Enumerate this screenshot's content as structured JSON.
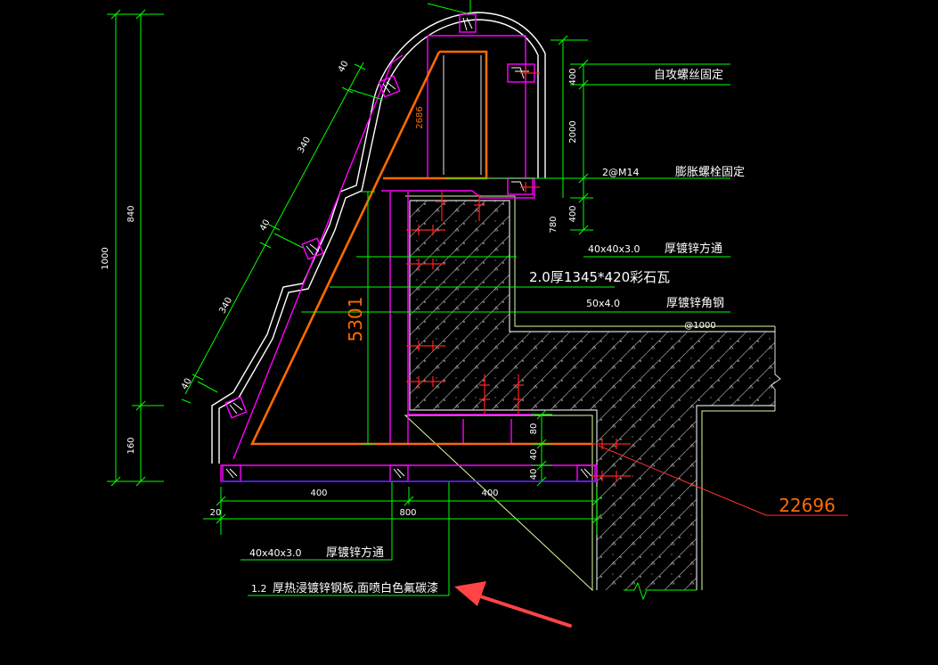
{
  "colors": {
    "background": "#000000",
    "outline": "#ffffff",
    "dimension": "#00ff00",
    "frame": "#ff00ff",
    "steel": "#ff6a00",
    "anchor": "#ff2020",
    "hatch": "#9a9a9a",
    "leader": "#ff3030",
    "blue": "#3030ff",
    "arrow": "#ff4444"
  },
  "dims": {
    "left_total": "1000",
    "left_upper": "840",
    "left_lower": "160",
    "slope_top": "40",
    "slope_seg1": "340",
    "slope_mid": "40",
    "slope_seg2": "340",
    "slope_bottom": "40",
    "inner_2686": "2686",
    "right_400_top": "400",
    "right_2000": "2000",
    "right_400_mid": "400",
    "right_780": "780",
    "inner_5301": "5301",
    "right_80": "80",
    "right_40a": "40",
    "right_40b": "40",
    "bottom_400_left": "400",
    "bottom_400_right": "400",
    "bottom_20": "20",
    "bottom_800": "800",
    "spacing_1000": "@1000",
    "ref_22696": "22696"
  },
  "labels": {
    "self_tapping_screw": "自攻螺丝固定",
    "expansion_bolt_code": "2@M14",
    "expansion_bolt": "膨胀螺栓固定",
    "tube_spec_top": "40x40x3.0",
    "tube_name_top": "厚镀锌方通",
    "tile": "2.0厚1345*420彩石瓦",
    "angle_spec": "50x4.0",
    "angle_name": "厚镀锌角钢",
    "tube_spec_bottom": "40x40x3.0",
    "tube_name_bottom": "厚镀锌方通",
    "plate_thickness": "1.2",
    "plate_desc": "厚热浸镀锌钢板,面喷白色氟碳漆"
  }
}
